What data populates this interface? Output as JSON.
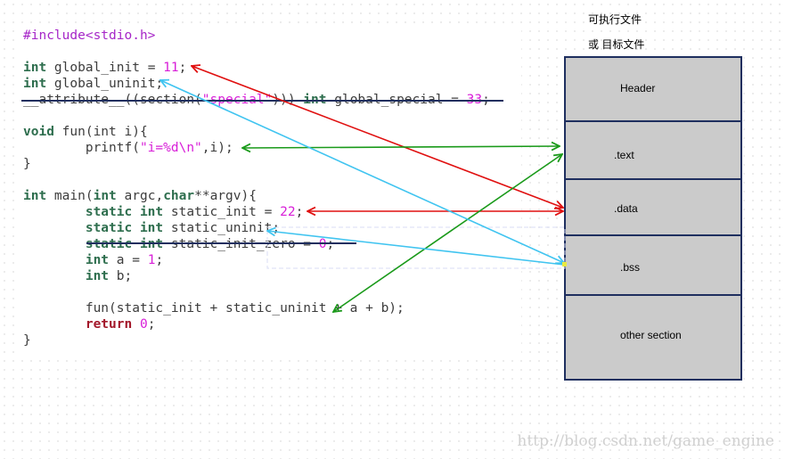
{
  "code_lines": [
    [
      [
        "pre",
        "#include<stdio.h>"
      ]
    ],
    [],
    [
      [
        "kw",
        "int"
      ],
      [
        "t",
        " global_init = "
      ],
      [
        "num",
        "11"
      ],
      [
        "t",
        ";"
      ]
    ],
    [
      [
        "kw",
        "int"
      ],
      [
        "t",
        " global_uninit;"
      ]
    ],
    [
      [
        "t",
        "__attribute__((section("
      ],
      [
        "str",
        "\"special\""
      ],
      [
        "t",
        ")))"
      ],
      [
        "kw",
        " int"
      ],
      [
        "t",
        " global_special = "
      ],
      [
        "num",
        "33"
      ],
      [
        "t",
        ";"
      ]
    ],
    [],
    [
      [
        "kw",
        "void"
      ],
      [
        "t",
        " fun(int i){"
      ]
    ],
    [
      [
        "t",
        "        printf("
      ],
      [
        "str",
        "\"i=%d\\n\""
      ],
      [
        "t",
        ",i);"
      ]
    ],
    [
      [
        "t",
        "}"
      ]
    ],
    [],
    [
      [
        "kw",
        "int"
      ],
      [
        "t",
        " main("
      ],
      [
        "kw",
        "int"
      ],
      [
        "t",
        " argc,"
      ],
      [
        "kw",
        "char"
      ],
      [
        "t",
        "**argv){"
      ]
    ],
    [
      [
        "t",
        "        "
      ],
      [
        "kw",
        "static int"
      ],
      [
        "t",
        " static_init = "
      ],
      [
        "num",
        "22"
      ],
      [
        "t",
        ";"
      ]
    ],
    [
      [
        "t",
        "        "
      ],
      [
        "kw",
        "static int"
      ],
      [
        "t",
        " static_uninit;"
      ]
    ],
    [
      [
        "t",
        "        "
      ],
      [
        "kw",
        "static int"
      ],
      [
        "t",
        " static_init_zero = "
      ],
      [
        "num",
        "0"
      ],
      [
        "t",
        ";"
      ]
    ],
    [
      [
        "t",
        "        "
      ],
      [
        "kw",
        "int"
      ],
      [
        "t",
        " a = "
      ],
      [
        "num",
        "1"
      ],
      [
        "t",
        ";"
      ]
    ],
    [
      [
        "t",
        "        "
      ],
      [
        "kw",
        "int"
      ],
      [
        "t",
        " b;"
      ]
    ],
    [],
    [
      [
        "t",
        "        fun(static_init + static_uninit + a + b);"
      ]
    ],
    [
      [
        "t",
        "        "
      ],
      [
        "ret",
        "return"
      ],
      [
        "t",
        " "
      ],
      [
        "num",
        "0"
      ],
      [
        "t",
        ";"
      ]
    ],
    [
      [
        "t",
        "}"
      ]
    ]
  ],
  "title_line1": "可执行文件",
  "title_line2": "或 目标文件",
  "sections": [
    ".text",
    ".data",
    ".bss",
    "other section"
  ],
  "header_label": "Header",
  "watermark": "http://blog.csdn.net/game_engine",
  "colors": {
    "init": "#e01010",
    "text": "#1a9a1a",
    "bss": "#40c4f0",
    "strike": "#1f2f5f"
  }
}
